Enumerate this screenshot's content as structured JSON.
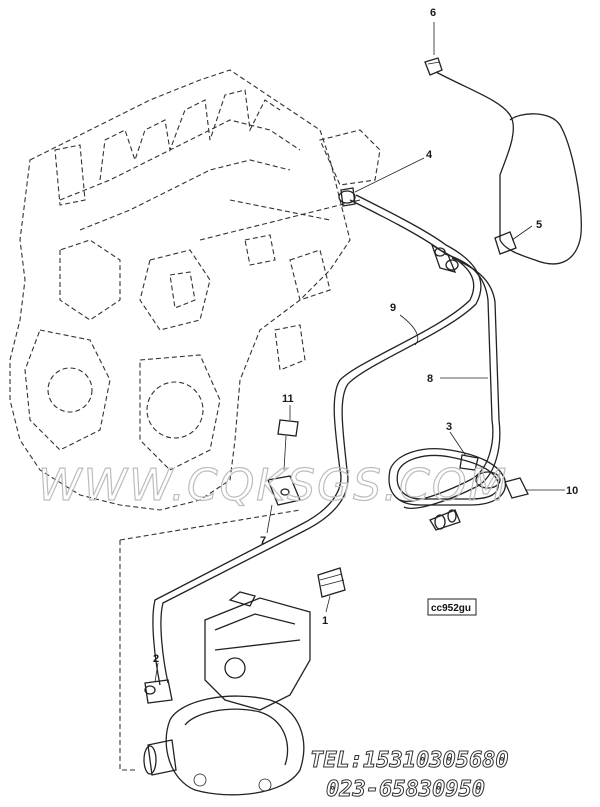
{
  "diagram": {
    "part_code": "cc952gu",
    "watermark": "WWW.CQKSGS.COM",
    "contact": {
      "tel_line": "TEL:15310305680",
      "fax_line": "023-65830950"
    },
    "callouts": [
      "1",
      "2",
      "3",
      "4",
      "5",
      "6",
      "7",
      "8",
      "9",
      "10",
      "11"
    ]
  }
}
